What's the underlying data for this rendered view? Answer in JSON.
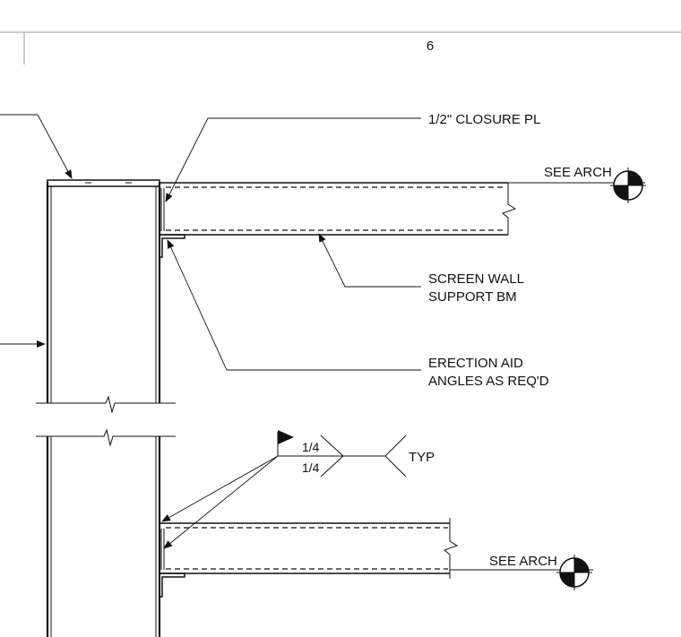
{
  "sheet": {
    "grid_number": "6"
  },
  "callouts": {
    "closure_plate": "1/2\" CLOSURE PL",
    "see_arch_top": "SEE ARCH",
    "screen_wall_line1": "SCREEN WALL",
    "screen_wall_line2": "SUPPORT BM",
    "erection_aid_line1": "ERECTION AID",
    "erection_aid_line2": "ANGLES AS REQ'D",
    "see_arch_bottom": "SEE ARCH"
  },
  "weld_symbol": {
    "size_top": "1/4",
    "size_bottom": "1/4",
    "tail_note": "TYP"
  }
}
